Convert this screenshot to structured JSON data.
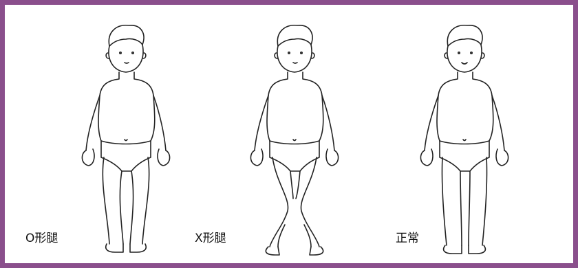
{
  "frame": {
    "border_color": "#8a4f8c"
  },
  "figures": [
    {
      "id": "o-legs",
      "label": "O形腿"
    },
    {
      "id": "x-legs",
      "label": "X形腿"
    },
    {
      "id": "normal",
      "label": "正常"
    }
  ]
}
